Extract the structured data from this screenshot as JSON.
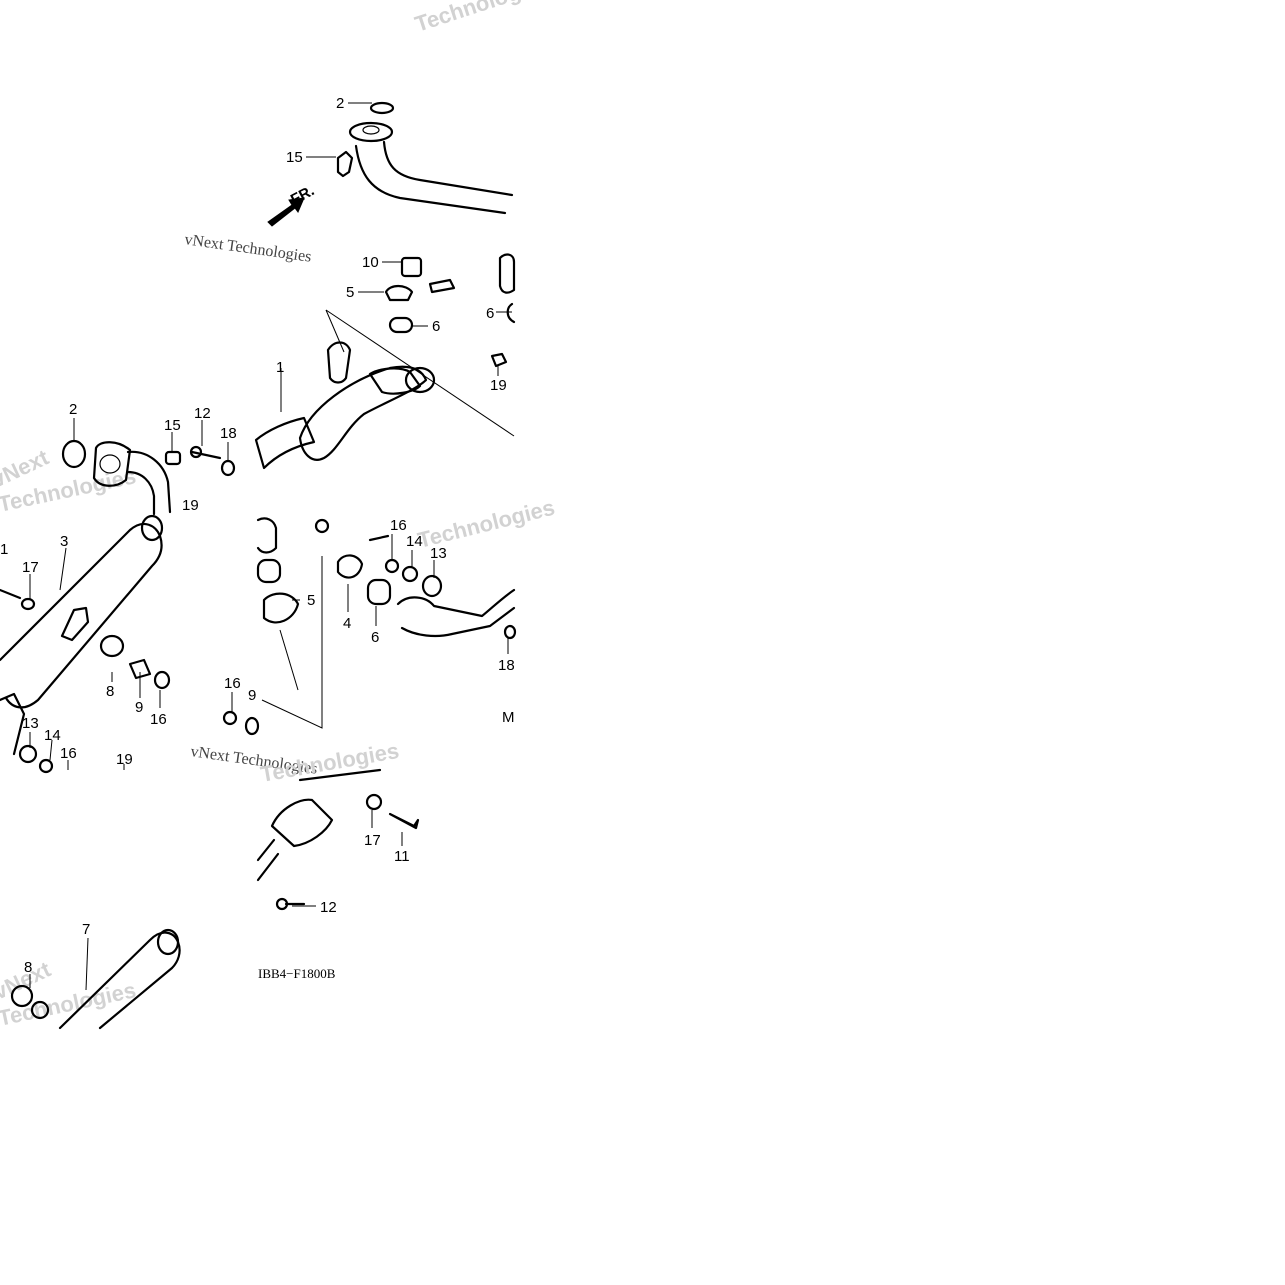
{
  "diagram": {
    "drawing_code": "IBB4−F1800B",
    "direction_label": "FR.",
    "watermarks": [
      "Technologies",
      "vNext Technologies",
      "vNext",
      "Technologies",
      "Technologies",
      "vNext Technologies",
      "Technologies",
      "vNext",
      "Technologies"
    ],
    "callouts": [
      {
        "text": "2"
      },
      {
        "text": "15"
      },
      {
        "text": "10"
      },
      {
        "text": "5"
      },
      {
        "text": "6"
      },
      {
        "text": "6"
      },
      {
        "text": "19"
      },
      {
        "text": "1"
      },
      {
        "text": "2"
      },
      {
        "text": "15"
      },
      {
        "text": "12"
      },
      {
        "text": "18"
      },
      {
        "text": "19"
      },
      {
        "text": "1"
      },
      {
        "text": "17"
      },
      {
        "text": "3"
      },
      {
        "text": "8"
      },
      {
        "text": "9"
      },
      {
        "text": "16"
      },
      {
        "text": "13"
      },
      {
        "text": "14"
      },
      {
        "text": "16"
      },
      {
        "text": "19"
      },
      {
        "text": "16"
      },
      {
        "text": "9"
      },
      {
        "text": "16"
      },
      {
        "text": "14"
      },
      {
        "text": "13"
      },
      {
        "text": "5"
      },
      {
        "text": "4"
      },
      {
        "text": "6"
      },
      {
        "text": "18"
      },
      {
        "text": "M"
      },
      {
        "text": "17"
      },
      {
        "text": "11"
      },
      {
        "text": "12"
      },
      {
        "text": "7"
      },
      {
        "text": "8"
      }
    ]
  }
}
